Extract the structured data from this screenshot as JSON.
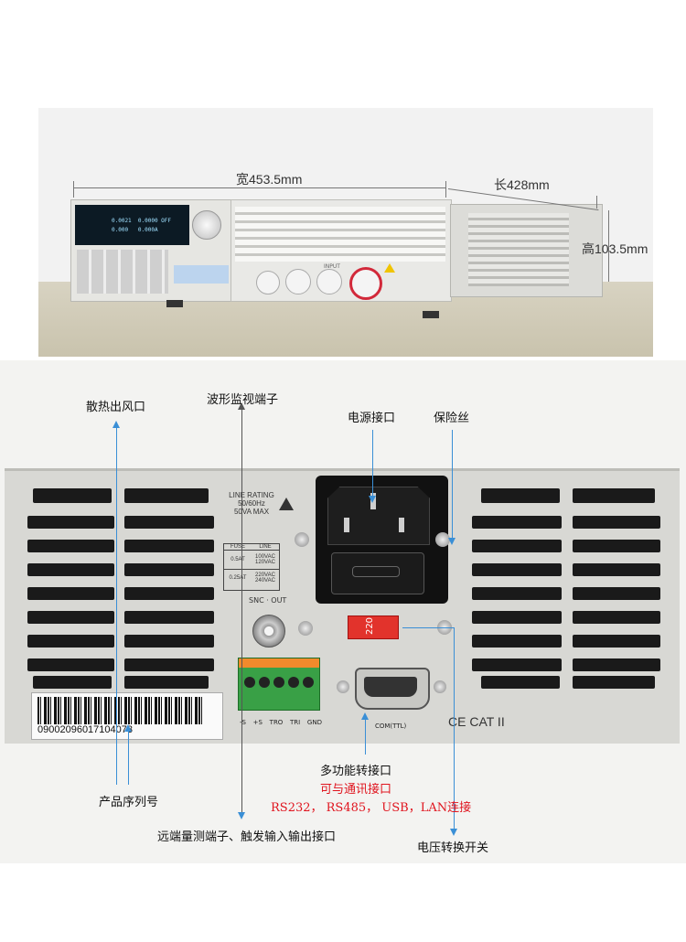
{
  "top_photo": {
    "width_label": "宽453.5mm",
    "length_label": "长428mm",
    "height_label": "高103.5mm",
    "lcd_line1": "0.0021  0.0000 OFF",
    "lcd_line2": "0.000   0.000A",
    "input_label": "INPUT"
  },
  "rear_panel": {
    "serial_number": "09002096017104073",
    "line_rating": [
      "LINE RATING",
      "50/60Hz",
      "50VA  MAX"
    ],
    "fuse_table": {
      "header": [
        "FUSE",
        "LINE"
      ],
      "rows": [
        [
          "0.5AT",
          "100VAC\n120VAC"
        ],
        [
          "0.25AT",
          "220VAC\n240VAC"
        ]
      ]
    },
    "sense_label": "SNC · OUT",
    "voltage_switch_value": "220",
    "com_label": "COM(TTL)",
    "cert_label": "CE CAT II",
    "terminal_labels": [
      "-S",
      "+S",
      "TRO",
      "TRI",
      "GND"
    ]
  },
  "callouts": {
    "vent": "散热出风口",
    "waveform": "波形监视端子",
    "power_inlet": "电源接口",
    "fuse": "保险丝",
    "serial": "产品序列号",
    "remote": "远端量测端子、触发输入输出接口",
    "multi_port_line1": "多功能转接口",
    "multi_port_line2": "可与通讯接口",
    "multi_port_line3": "RS232， RS485， USB，LAN连接",
    "voltage_switch": "电压转换开关"
  },
  "colors": {
    "arrow": "#3a8fd6",
    "red_text": "#e0141e",
    "panel": "#d9d9d6"
  }
}
